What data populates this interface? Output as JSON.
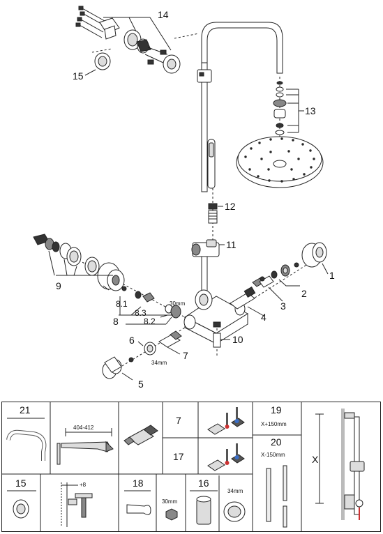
{
  "callouts": {
    "p1": "1",
    "p2": "2",
    "p3": "3",
    "p4": "4",
    "p5": "5",
    "p6": "6",
    "p7": "7",
    "p8": "8",
    "p8_1": "8.1",
    "p8_2": "8.2",
    "p8_3": "8.3",
    "p9": "9",
    "p10": "10",
    "p11": "11",
    "p12": "12",
    "p13": "13",
    "p14": "14",
    "p15": "15"
  },
  "dimensions": {
    "nut_30": "30mm",
    "nut_34": "34mm"
  },
  "spare_parts": {
    "arm": {
      "part": "21",
      "dimension": "404-412"
    },
    "cartridge": {
      "part_a": "7",
      "part_b": "17"
    },
    "riser": {
      "part_a": "19",
      "label_a": "X+150mm",
      "part_b": "20",
      "label_b": "X-150mm",
      "height_label": "X"
    },
    "rosette": {
      "part": "15",
      "dimension": "+8"
    },
    "wrench": {
      "part": "18",
      "dimension": "30mm"
    },
    "nut": {
      "part": "16",
      "dimension": "34mm"
    }
  }
}
